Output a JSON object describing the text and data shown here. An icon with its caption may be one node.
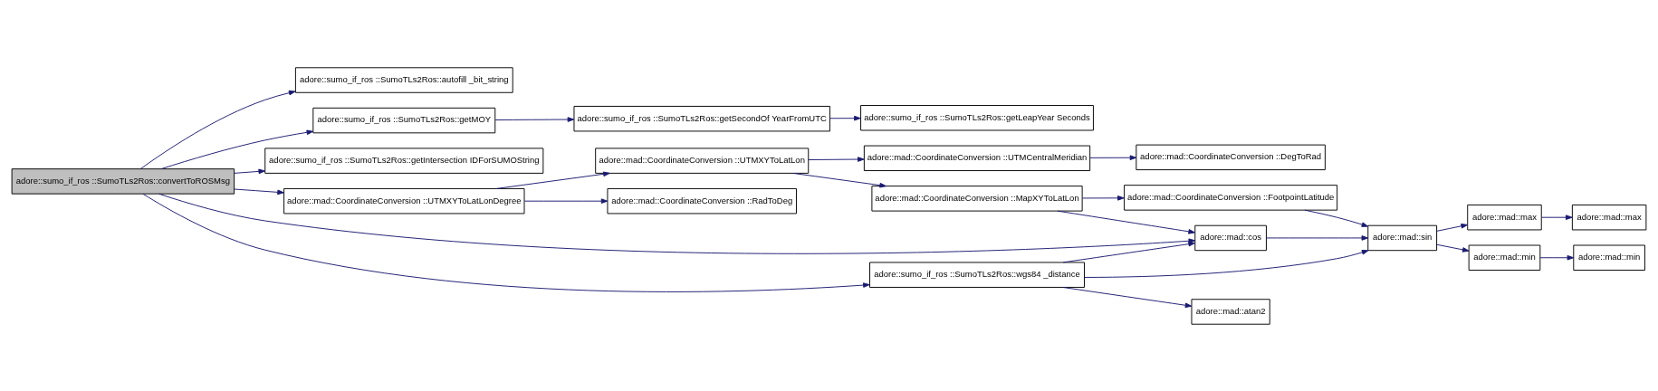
{
  "diagram": {
    "nodes": [
      {
        "text": [
          "adore::sumo_if_ros ::SumoTLs2Ros::convertToROSMsg"
        ]
      },
      {
        "text": [
          "adore::sumo_if_ros ::SumoTLs2Ros::autofill _bit_string"
        ]
      },
      {
        "text": [
          "adore::sumo_if_ros ::SumoTLs2Ros::getMOY"
        ]
      },
      {
        "text": [
          "adore::sumo_if_ros ::SumoTLs2Ros::getIntersection IDForSUMOString"
        ]
      },
      {
        "text": [
          "adore::mad::CoordinateConversion ::UTMXYToLatLonDegree"
        ]
      },
      {
        "text": [
          "adore::mad::cos"
        ]
      },
      {
        "text": [
          "adore::sumo_if_ros ::SumoTLs2Ros::wgs84 _distance"
        ]
      },
      {
        "text": [
          "adore::sumo_if_ros ::SumoTLs2Ros::getSecondOf YearFromUTC"
        ]
      },
      {
        "text": [
          "adore::mad::CoordinateConversion ::UTMXYToLatLon"
        ]
      },
      {
        "text": [
          "adore::mad::CoordinateConversion ::RadToDeg"
        ]
      },
      {
        "text": [
          "adore::sumo_if_ros ::SumoTLs2Ros::getLeapYear Seconds"
        ]
      },
      {
        "text": [
          "adore::mad::CoordinateConversion ::UTMCentralMeridian"
        ]
      },
      {
        "text": [
          "adore::mad::CoordinateConversion ::MapXYToLatLon"
        ]
      },
      {
        "text": [
          "adore::mad::sin"
        ]
      },
      {
        "text": [
          "adore::mad::atan2"
        ]
      },
      {
        "text": [
          "adore::mad::CoordinateConversion ::DegToRad"
        ]
      },
      {
        "text": [
          "adore::mad::CoordinateConversion ::FootpointLatitude"
        ]
      },
      {
        "text": [
          "adore::mad::max"
        ]
      },
      {
        "text": [
          "adore::mad::min"
        ]
      },
      {
        "text": [
          "adore::mad::max"
        ]
      },
      {
        "text": [
          "adore::mad::min"
        ]
      }
    ],
    "edges": [
      {
        "from": 0,
        "to": 1,
        "arrow": "to"
      },
      {
        "from": 0,
        "to": 2,
        "arrow": "to"
      },
      {
        "from": 0,
        "to": 3,
        "arrow": "to"
      },
      {
        "from": 0,
        "to": 4,
        "arrow": "to"
      },
      {
        "from": 0,
        "to": 5,
        "arrow": "to"
      },
      {
        "from": 0,
        "to": 6,
        "arrow": "to"
      },
      {
        "from": 2,
        "to": 7,
        "arrow": "to"
      },
      {
        "from": 7,
        "to": 10,
        "arrow": "to"
      },
      {
        "from": 4,
        "to": 8,
        "arrow": "to"
      },
      {
        "from": 4,
        "to": 9,
        "arrow": "to"
      },
      {
        "from": 8,
        "to": 11,
        "arrow": "to"
      },
      {
        "from": 8,
        "to": 12,
        "arrow": "to"
      },
      {
        "from": 11,
        "to": 15,
        "arrow": "to"
      },
      {
        "from": 12,
        "to": 16,
        "arrow": "to"
      },
      {
        "from": 12,
        "to": 5,
        "arrow": "to"
      },
      {
        "from": 16,
        "to": 13,
        "arrow": "to"
      },
      {
        "from": 5,
        "to": 13,
        "arrow": "to"
      },
      {
        "from": 6,
        "to": 5,
        "arrow": "to"
      },
      {
        "from": 6,
        "to": 13,
        "arrow": "to"
      },
      {
        "from": 6,
        "to": 14,
        "arrow": "to"
      },
      {
        "from": 13,
        "to": 17,
        "arrow": "to"
      },
      {
        "from": 13,
        "to": 18,
        "arrow": "to"
      },
      {
        "from": 17,
        "to": 19,
        "arrow": "to"
      },
      {
        "from": 18,
        "to": 20,
        "arrow": "to"
      }
    ]
  }
}
